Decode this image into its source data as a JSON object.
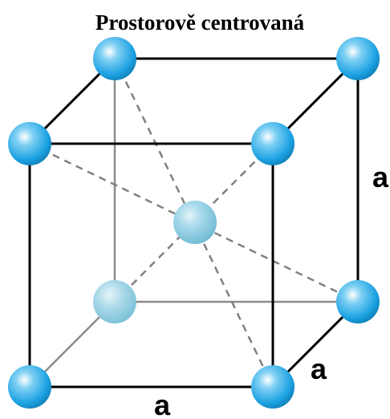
{
  "title": "Prostorově centrovaná",
  "labels": {
    "edge_right": "a",
    "edge_depth": "a",
    "edge_bottom": "a"
  },
  "colors": {
    "atom_front": "#1ba1e2",
    "atom_center": "#7cc4dc",
    "atom_hidden": "#8fc9dc",
    "edge": "#000000",
    "hidden_edge": "#8c8c8c",
    "diagonal": "#808080"
  }
}
